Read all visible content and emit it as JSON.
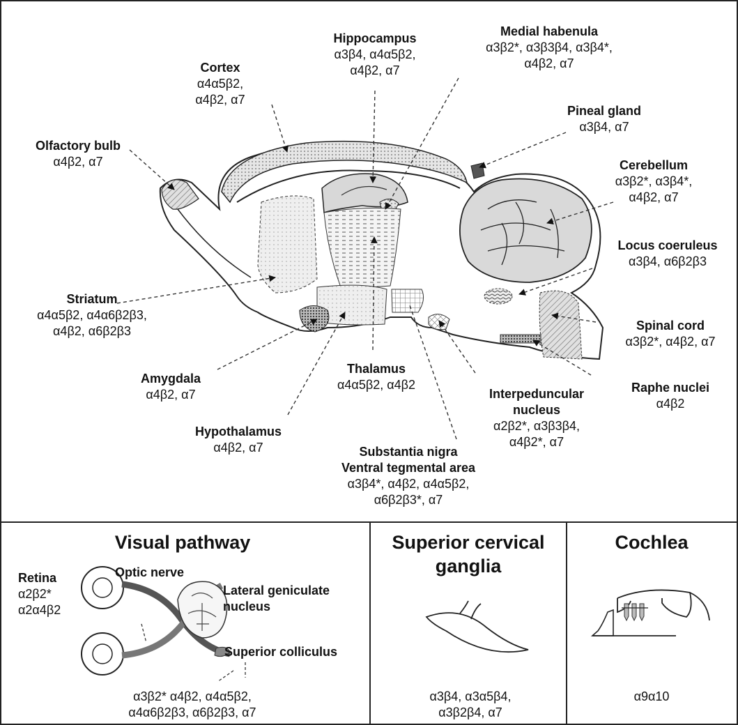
{
  "brain_regions": {
    "cortex": {
      "name": "Cortex",
      "subunits": [
        "α4α5β2,",
        "α4β2, α7"
      ]
    },
    "hippocampus": {
      "name": "Hippocampus",
      "subunits": [
        "α3β4, α4α5β2,",
        "α4β2, α7"
      ]
    },
    "medial_habenula": {
      "name": "Medial habenula",
      "subunits": [
        "α3β2*, α3β3β4, α3β4*,",
        "α4β2, α7"
      ]
    },
    "pineal_gland": {
      "name": "Pineal gland",
      "subunits": [
        "α3β4, α7"
      ]
    },
    "olfactory_bulb": {
      "name": "Olfactory bulb",
      "subunits": [
        "α4β2, α7"
      ]
    },
    "cerebellum": {
      "name": "Cerebellum",
      "subunits": [
        "α3β2*, α3β4*,",
        "α4β2, α7"
      ]
    },
    "locus_coeruleus": {
      "name": "Locus coeruleus",
      "subunits": [
        "α3β4, α6β2β3"
      ]
    },
    "striatum": {
      "name": "Striatum",
      "subunits": [
        "α4α5β2, α4α6β2β3,",
        "α4β2, α6β2β3"
      ]
    },
    "spinal_cord": {
      "name": "Spinal cord",
      "subunits": [
        "α3β2*, α4β2, α7"
      ]
    },
    "amygdala": {
      "name": "Amygdala",
      "subunits": [
        "α4β2, α7"
      ]
    },
    "thalamus": {
      "name": "Thalamus",
      "subunits": [
        "α4α5β2, α4β2"
      ]
    },
    "interpeduncular_nucleus": {
      "name_lines": [
        "Interpeduncular",
        "nucleus"
      ],
      "subunits": [
        "α2β2*, α3β3β4,",
        "α4β2*, α7"
      ]
    },
    "raphe_nuclei": {
      "name": "Raphe nuclei",
      "subunits": [
        "α4β2"
      ]
    },
    "hypothalamus": {
      "name": "Hypothalamus",
      "subunits": [
        "α4β2, α7"
      ]
    },
    "substantia_nigra": {
      "name_lines": [
        "Substantia nigra",
        "Ventral tegmental area"
      ],
      "subunits": [
        "α3β4*, α4β2, α4α5β2,",
        "α6β2β3*, α7"
      ]
    }
  },
  "visual_pathway": {
    "title": "Visual pathway",
    "retina": {
      "name": "Retina",
      "subunits": [
        "α2β2*",
        "α2α4β2"
      ]
    },
    "optic_nerve": "Optic nerve",
    "lateral_geniculate": [
      "Lateral geniculate",
      "nucleus"
    ],
    "superior_colliculus": "Superior colliculus",
    "subunits": [
      "α3β2* α4β2, α4α5β2,",
      "α4α6β2β3, α6β2β3, α7"
    ]
  },
  "superior_cervical_ganglia": {
    "title_lines": [
      "Superior cervical",
      "ganglia"
    ],
    "subunits": [
      "α3β4, α3α5β4,",
      "α3β2β4, α7"
    ]
  },
  "cochlea": {
    "title": "Cochlea",
    "subunits": [
      "α9α10"
    ]
  }
}
